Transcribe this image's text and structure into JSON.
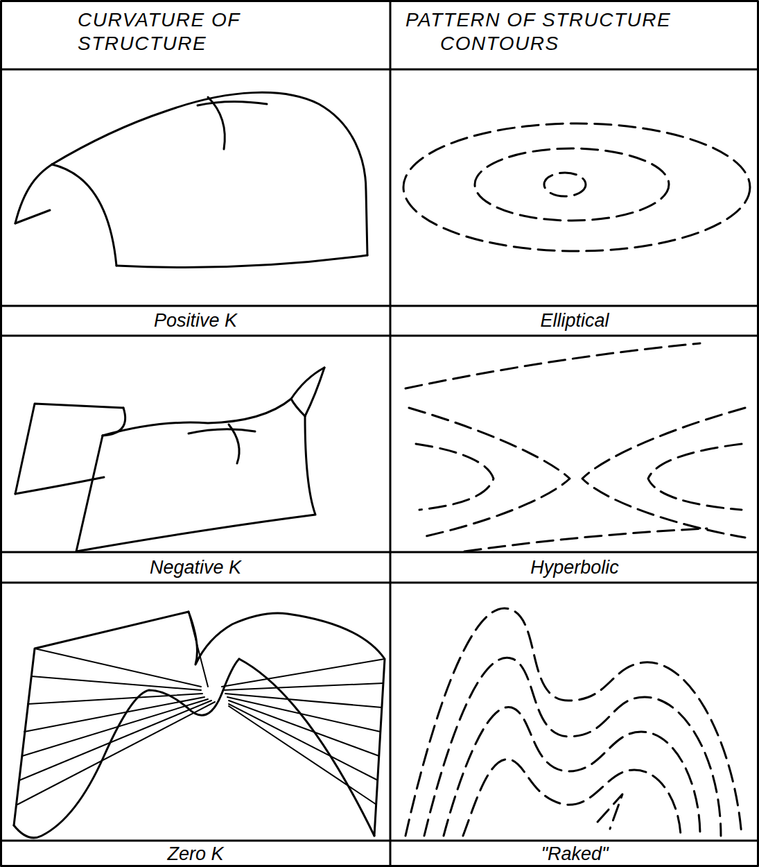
{
  "diagram": {
    "labels": [
      "CURVATURE OF STRUCTURE",
      "PATTERN OF STRUCTURE CONTOURS",
      "Positive K",
      "Elliptical",
      "Negative K",
      "Hyperbolic",
      "Zero K",
      "\"Raked\""
    ]
  }
}
